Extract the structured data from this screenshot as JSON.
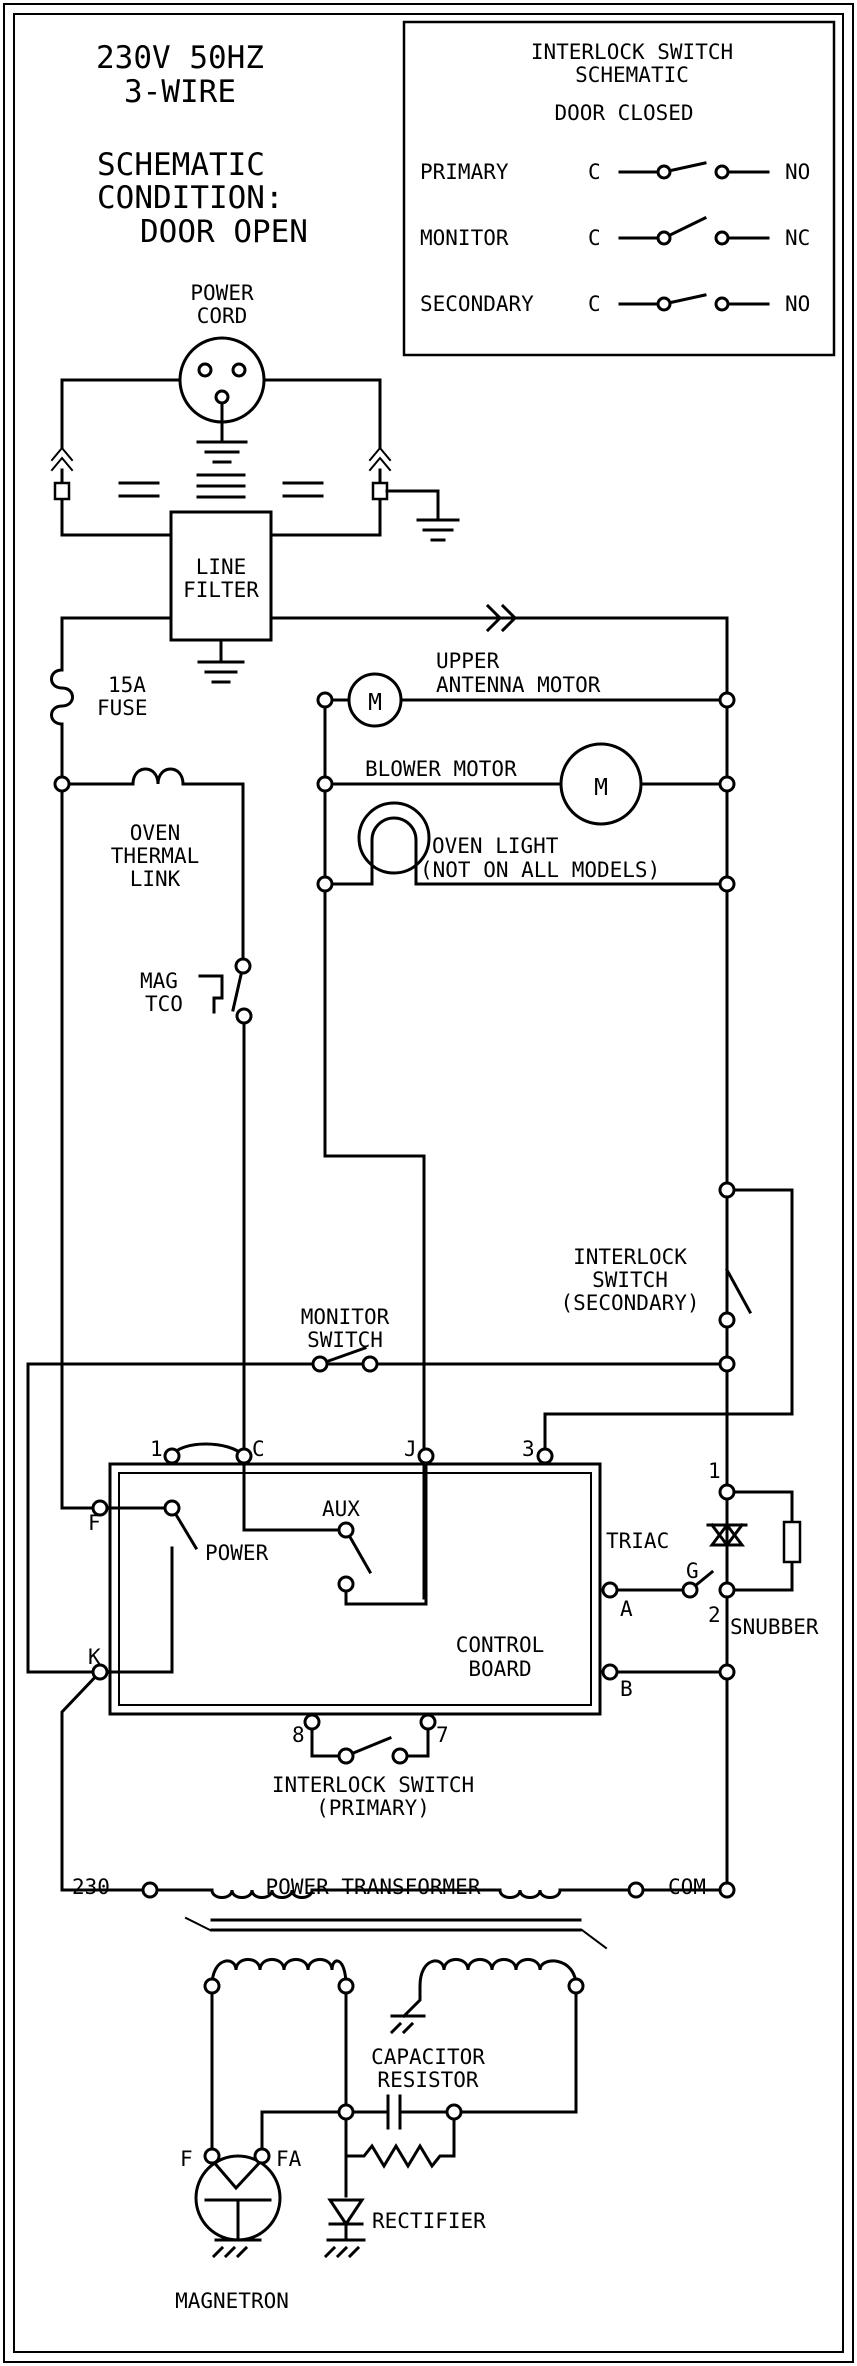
{
  "header": {
    "supply_line1": "230V 50HZ",
    "supply_line2": "3-WIRE",
    "condition_line1": "SCHEMATIC",
    "condition_line2": "CONDITION:",
    "condition_line3": "DOOR OPEN"
  },
  "interlock_box": {
    "title_line1": "INTERLOCK SWITCH",
    "title_line2": "SCHEMATIC",
    "subtitle": "DOOR CLOSED",
    "rows": [
      {
        "name": "PRIMARY",
        "common": "C",
        "state": "NO"
      },
      {
        "name": "MONITOR",
        "common": "C",
        "state": "NC"
      },
      {
        "name": "SECONDARY",
        "common": "C",
        "state": "NO"
      }
    ]
  },
  "components": {
    "power_cord": [
      "POWER",
      "CORD"
    ],
    "line_filter": [
      "LINE",
      "FILTER"
    ],
    "fuse": [
      "15A",
      "FUSE"
    ],
    "thermal_link": [
      "OVEN",
      "THERMAL",
      "LINK"
    ],
    "mag_tco": [
      "MAG",
      "TCO"
    ],
    "antenna_motor": [
      "UPPER",
      "ANTENNA MOTOR"
    ],
    "blower_motor": "BLOWER MOTOR",
    "oven_light": [
      "OVEN LIGHT",
      "(NOT ON ALL MODELS)"
    ],
    "motor_symbol": "M",
    "secondary_switch": [
      "INTERLOCK",
      "SWITCH",
      "(SECONDARY)"
    ],
    "monitor_switch": [
      "MONITOR",
      "SWITCH"
    ],
    "control_board": [
      "CONTROL",
      "BOARD"
    ],
    "power_label": "POWER",
    "aux_label": "AUX",
    "triac": "TRIAC",
    "snubber": "SNUBBER",
    "primary_switch": [
      "INTERLOCK SWITCH",
      "(PRIMARY)"
    ],
    "transformer": "POWER TRANSFORMER",
    "tap_230": "230",
    "tap_com": "COM",
    "capacitor": [
      "CAPACITOR",
      "RESISTOR"
    ],
    "rectifier": "RECTIFIER",
    "magnetron": "MAGNETRON"
  },
  "terminals": {
    "t1": "1",
    "c": "C",
    "j": "J",
    "t3": "3",
    "f": "F",
    "k": "K",
    "a": "A",
    "b": "B",
    "g": "G",
    "tr1": "1",
    "tr2": "2",
    "t8": "8",
    "t7": "7",
    "mag_f": "F",
    "mag_fa": "FA"
  }
}
